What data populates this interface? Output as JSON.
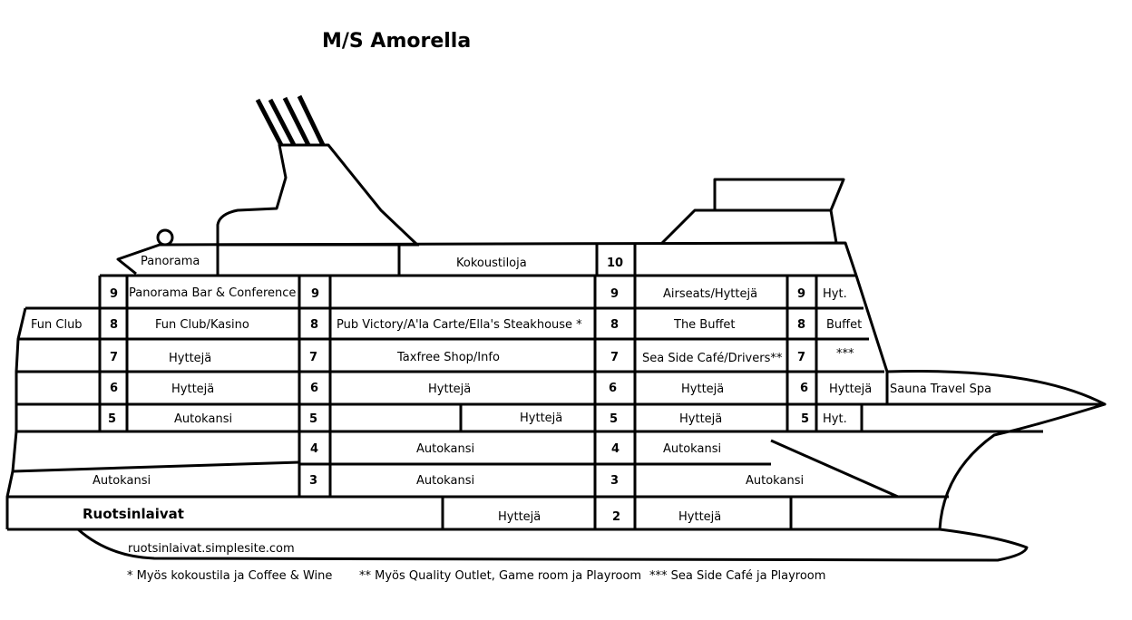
{
  "title": "M/S Amorella",
  "brand": "Ruotsinlaivat",
  "website": "ruotsinlaivat.simplesite.com",
  "footnotes": {
    "star1": "* Myös kokoustila ja Coffee & Wine",
    "star2": "** Myös Quality Outlet, Game room ja Playroom",
    "star3": "*** Sea Side Café ja Playroom"
  },
  "deck10": {
    "panorama": "Panorama",
    "meeting": "Kokoustiloja",
    "number": "10"
  },
  "deck9": {
    "number": "9",
    "aft": "Panorama Bar & Conference",
    "mid": "",
    "fwd": "Airseats/Hyttejä",
    "bow": "Hyt."
  },
  "deck8": {
    "number": "8",
    "stern": "Fun Club",
    "aft": "Fun Club/Kasino",
    "mid": "Pub Victory/A'la Carte/Ella's Steakhouse *",
    "fwd": "The Buffet",
    "bow": "Buffet"
  },
  "deck7": {
    "number": "7",
    "aft": "Hyttejä",
    "mid": "Taxfree Shop/Info",
    "fwd": "Sea Side Café/Drivers**",
    "bow": "***"
  },
  "deck6": {
    "number": "6",
    "aft": "Hyttejä",
    "mid": "Hyttejä",
    "fwd": "Hyttejä",
    "bow": "Hyttejä",
    "spa": "Sauna Travel Spa"
  },
  "deck5": {
    "number": "5",
    "aft": "Autokansi",
    "mid": "Hyttejä",
    "fwd": "Hyttejä",
    "bow": "Hyt."
  },
  "deck4": {
    "number": "4",
    "mid": "Autokansi",
    "fwd": "Autokansi"
  },
  "deck3": {
    "number": "3",
    "aft": "Autokansi",
    "mid": "Autokansi",
    "fwd": "Autokansi"
  },
  "deck2": {
    "number": "2",
    "mid": "Hyttejä",
    "fwd": "Hyttejä"
  }
}
